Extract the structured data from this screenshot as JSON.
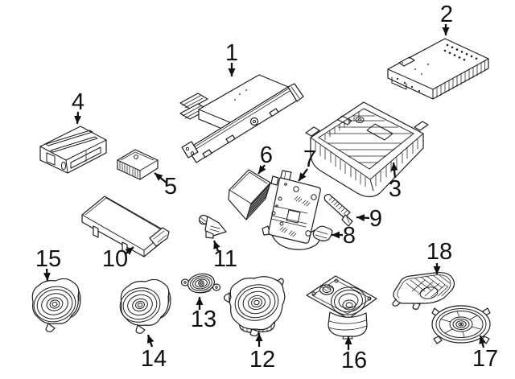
{
  "diagram": {
    "type": "exploded-parts-diagram",
    "background_color": "#ffffff",
    "line_color": "#1d1d1d",
    "label_color": "#111111",
    "callouts": [
      {
        "number": "1"
      },
      {
        "number": "2"
      },
      {
        "number": "3"
      },
      {
        "number": "4"
      },
      {
        "number": "5"
      },
      {
        "number": "6"
      },
      {
        "number": "7"
      },
      {
        "number": "8"
      },
      {
        "number": "9"
      },
      {
        "number": "10"
      },
      {
        "number": "11"
      },
      {
        "number": "12"
      },
      {
        "number": "13"
      },
      {
        "number": "14"
      },
      {
        "number": "15"
      },
      {
        "number": "16"
      },
      {
        "number": "17"
      },
      {
        "number": "18"
      }
    ]
  }
}
